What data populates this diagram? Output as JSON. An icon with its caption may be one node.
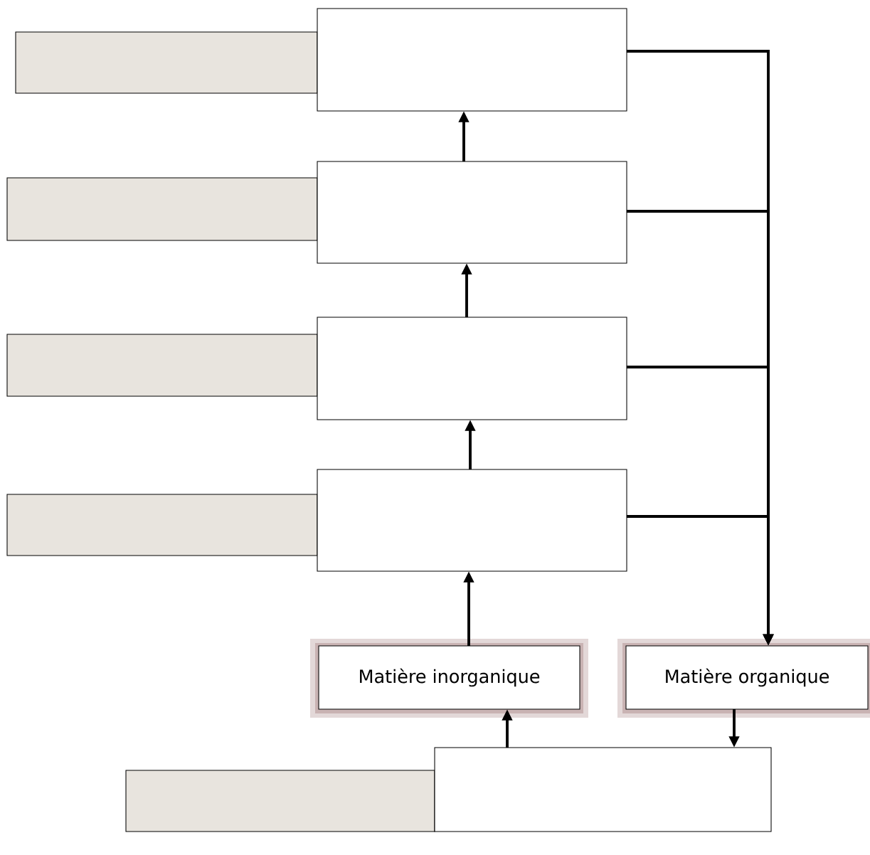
{
  "diagram": {
    "nodes": [
      {
        "text": [],
        "shape": "box"
      },
      {
        "text": [],
        "shape": "box"
      },
      {
        "text": [],
        "shape": "box"
      },
      {
        "text": [],
        "shape": "box"
      },
      {
        "text": [],
        "shape": "box"
      },
      {
        "text": [],
        "shape": "box"
      },
      {
        "text": [],
        "shape": "box"
      },
      {
        "text": [],
        "shape": "box"
      },
      {
        "text": [
          "Matière inorganique"
        ]
      },
      {
        "text": [
          "Matière organique"
        ]
      },
      {
        "text": [],
        "shape": "box"
      },
      {
        "text": [],
        "shape": "box"
      }
    ],
    "edges": [
      {
        "from": 3,
        "to": 1,
        "arrow": "to"
      },
      {
        "from": 5,
        "to": 3,
        "arrow": "to"
      },
      {
        "from": 7,
        "to": 5,
        "arrow": "to"
      },
      {
        "from": 8,
        "to": 7,
        "arrow": "to"
      },
      {
        "from": 11,
        "to": 8,
        "arrow": "to"
      },
      {
        "from": 9,
        "to": 11,
        "arrow": "to"
      },
      {
        "from": 1,
        "to": 9,
        "arrow": "to"
      },
      {
        "from": 3,
        "to": 9,
        "arrow": "to"
      },
      {
        "from": 5,
        "to": 9,
        "arrow": "to"
      },
      {
        "from": 7,
        "to": 9,
        "arrow": "to"
      }
    ]
  }
}
